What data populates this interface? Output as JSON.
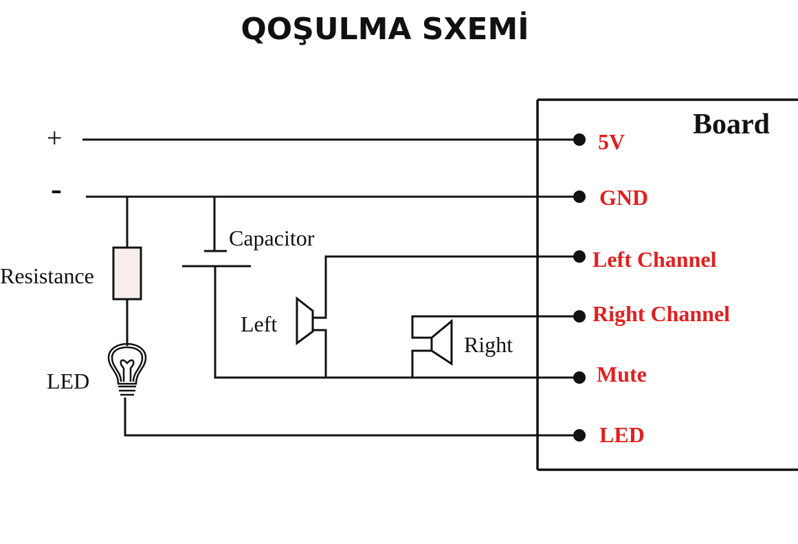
{
  "title": "QOŞULMA SXEMİ",
  "board_label": "Board",
  "supply": {
    "plus": "+",
    "minus": "-"
  },
  "components": {
    "resistance": "Resistance",
    "led": "LED",
    "capacitor": "Capacitor",
    "left_speaker": "Left",
    "right_speaker": "Right"
  },
  "pins": [
    "5V",
    "GND",
    "Left Channel",
    "Right Channel",
    "Mute",
    "LED"
  ],
  "colors": {
    "pin_label": "#e02020",
    "wire": "#111111"
  }
}
